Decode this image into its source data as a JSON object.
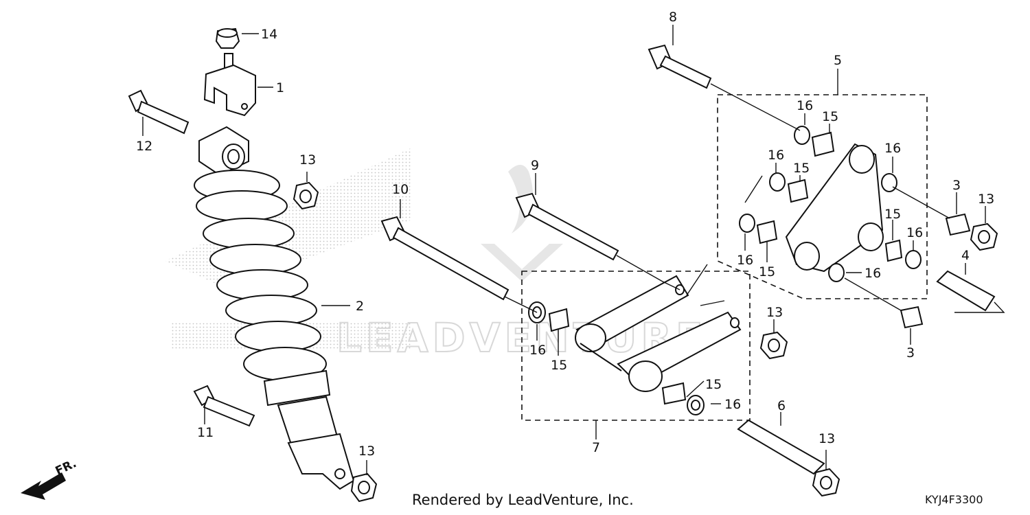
{
  "diagram": {
    "callouts": [
      "14",
      "1",
      "12",
      "13",
      "2",
      "11",
      "13",
      "10",
      "9",
      "16",
      "15",
      "7",
      "15",
      "16",
      "13",
      "6",
      "13",
      "8",
      "5",
      "16",
      "15",
      "16",
      "15",
      "16",
      "16",
      "15",
      "15",
      "16",
      "16",
      "3",
      "13",
      "4",
      "3"
    ],
    "footer": "Rendered by LeadVenture, Inc.",
    "drawing_code": "KYJ4F3300",
    "direction_label": "FR.",
    "watermark": "LEADVENTURE"
  }
}
